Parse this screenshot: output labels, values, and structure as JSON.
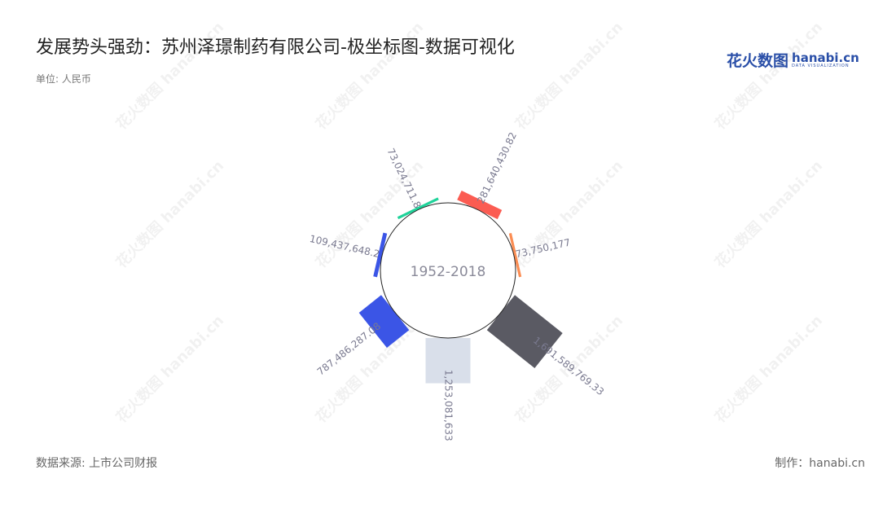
{
  "title": "发展势头强劲：苏州泽璟制药有限公司-极坐标图-数据可视化",
  "unit": "单位: 人民币",
  "source": "数据来源: 上市公司财报",
  "maker": "制作：hanabi.cn",
  "logo": {
    "cn": "花火数图",
    "en": "hanabi.cn",
    "sub": "DATA VISUALIZATION"
  },
  "watermark": "花火数图 hanabi.cn",
  "chart_data": {
    "type": "bar",
    "coordinate": "polar",
    "center_label": "1952-2018",
    "values": [
      281640430.82,
      73750177,
      1691589769.33,
      1253081633,
      787486287.08,
      109437648.2,
      73024711.8
    ],
    "labels": [
      "281,640,430.82",
      "73,750,177",
      "1,691,589,769.33",
      "1,253,081,633",
      "787,486,287.08",
      "109,437,648.2",
      "73,024,711.8"
    ],
    "colors": [
      "#fb5c52",
      "#fb8d53",
      "#5a5a63",
      "#d9dfea",
      "#3b55e6",
      "#3b55e6",
      "#1fd39a"
    ]
  }
}
